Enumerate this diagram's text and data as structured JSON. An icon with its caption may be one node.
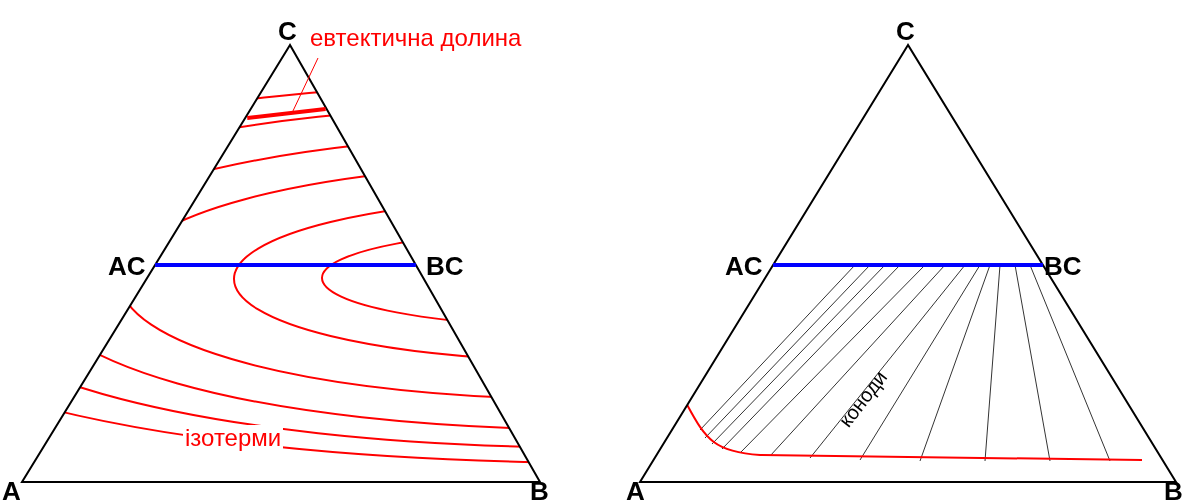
{
  "diagram": {
    "nodes": [
      {
        "text": [
          "евтектична долина"
        ]
      },
      {
        "text": [],
        "shape": "line"
      }
    ],
    "edges": [
      {
        "from": 0,
        "to": 1,
        "arrow": "none"
      }
    ],
    "labels": [
      "C",
      "C",
      "AC",
      "BC",
      "AC",
      "BC",
      "ізотерми",
      "коноди",
      "A",
      "B",
      "A",
      "B"
    ]
  }
}
